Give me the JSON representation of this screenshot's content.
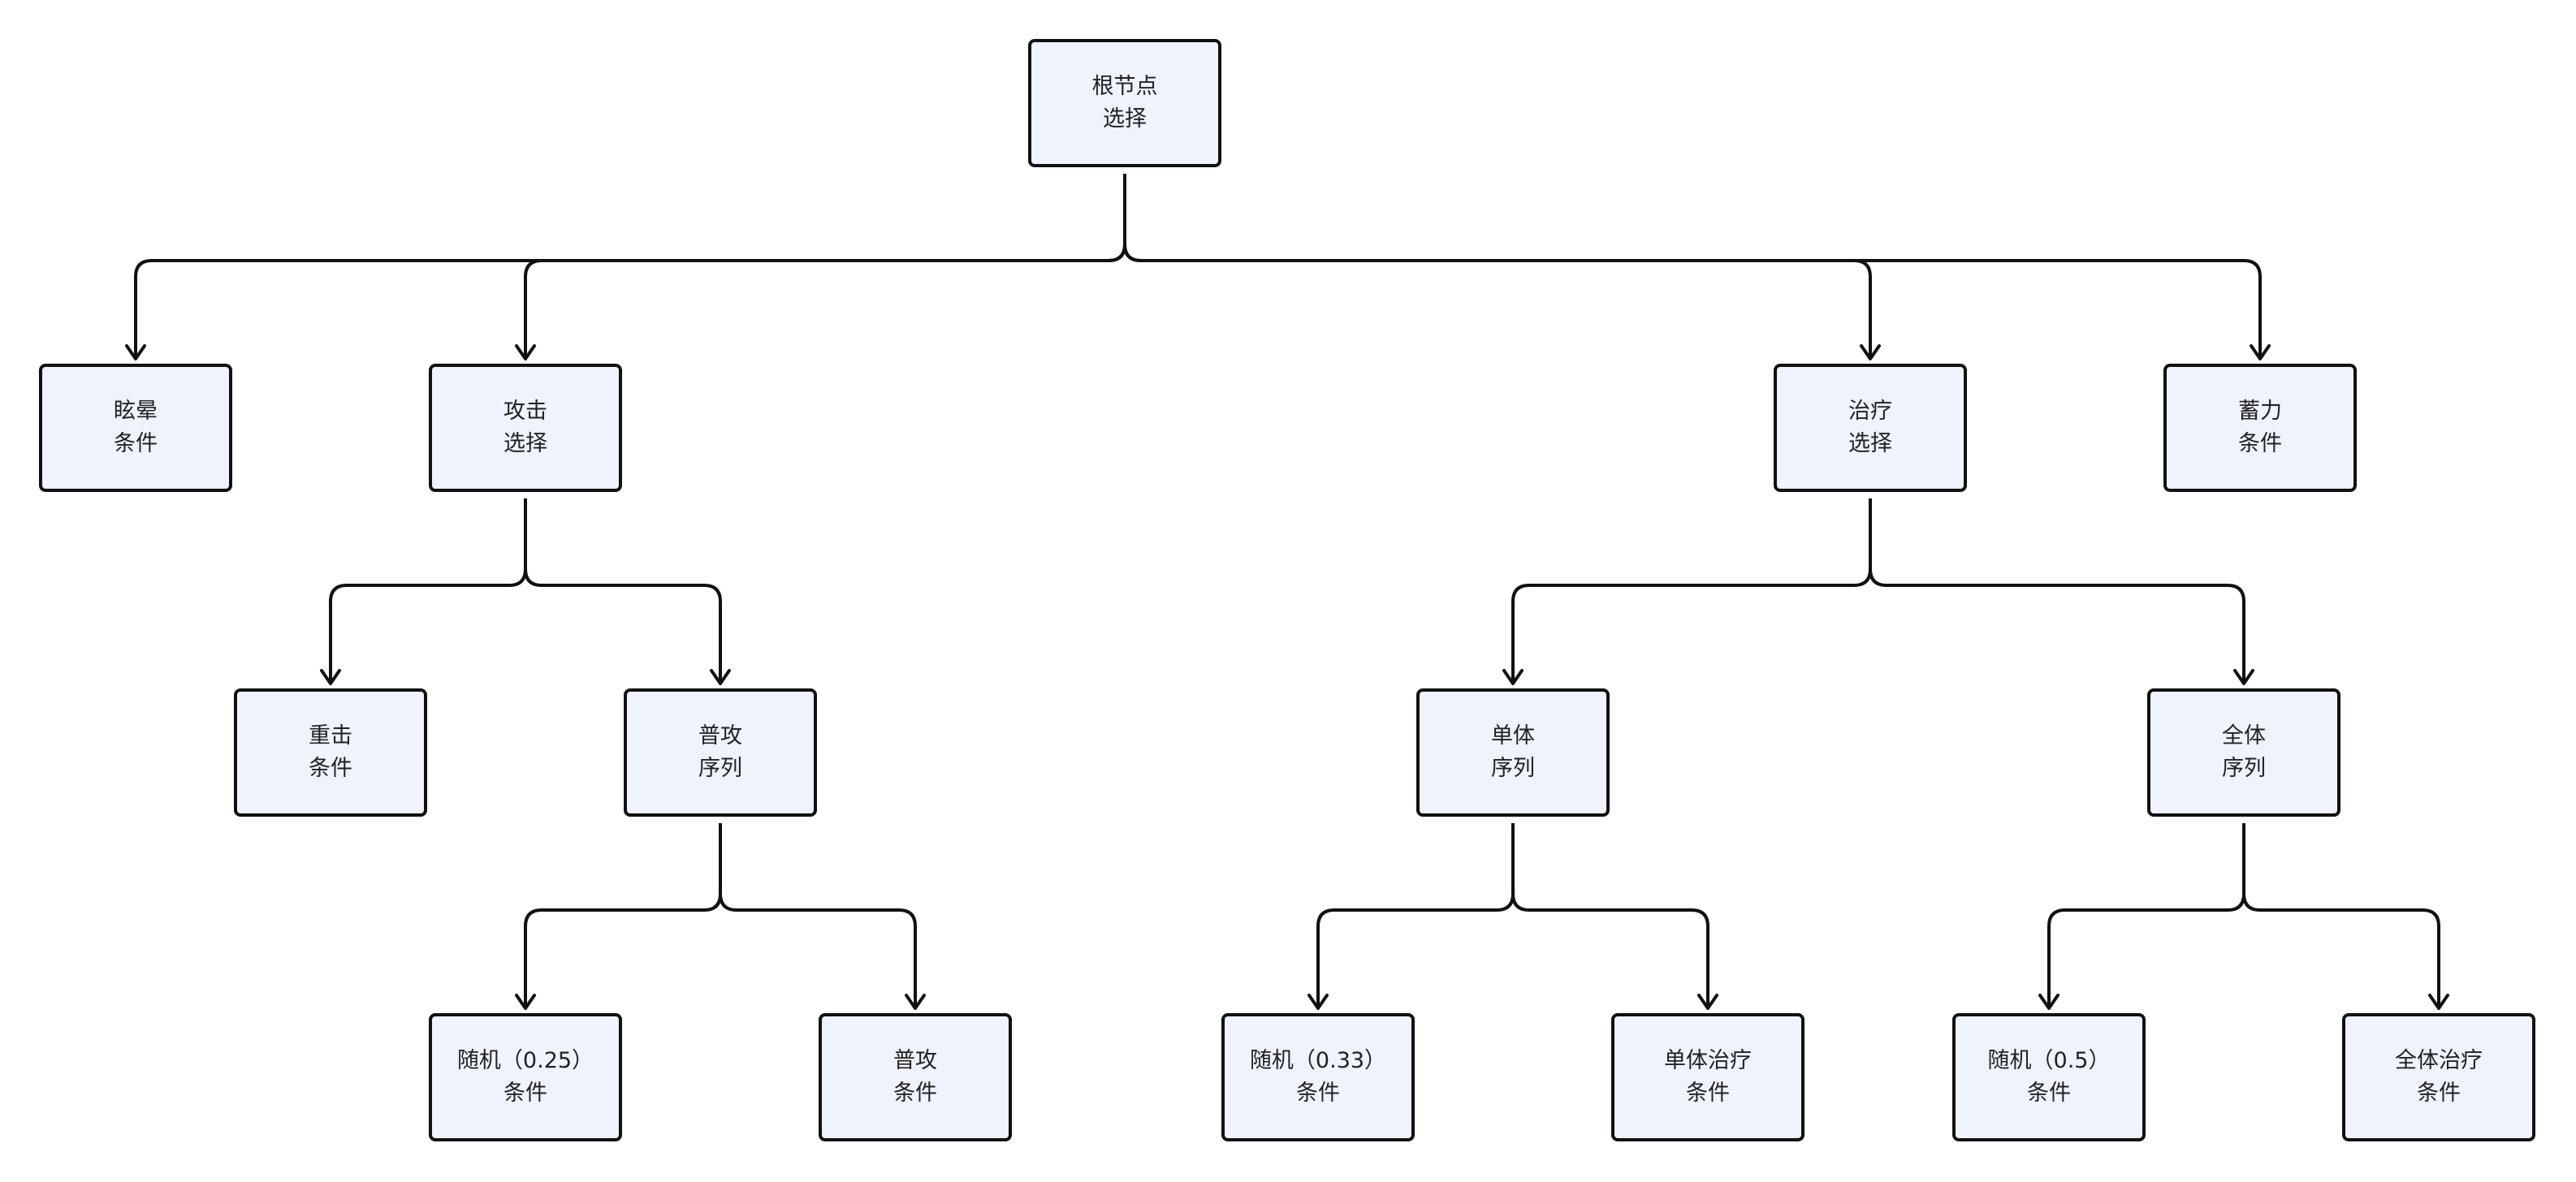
{
  "diagram": {
    "nodes": [
      {
        "id": "root",
        "line1": "根节点",
        "line2": "选择"
      },
      {
        "id": "stun",
        "line1": "眩晕",
        "line2": "条件"
      },
      {
        "id": "attack",
        "line1": "攻击",
        "line2": "选择"
      },
      {
        "id": "heal",
        "line1": "治疗",
        "line2": "选择"
      },
      {
        "id": "charge",
        "line1": "蓄力",
        "line2": "条件"
      },
      {
        "id": "heavy",
        "line1": "重击",
        "line2": "条件"
      },
      {
        "id": "normalseq",
        "line1": "普攻",
        "line2": "序列"
      },
      {
        "id": "singleseq",
        "line1": "单体",
        "line2": "序列"
      },
      {
        "id": "allseq",
        "line1": "全体",
        "line2": "序列"
      },
      {
        "id": "rand25",
        "line1": "随机（0.25）",
        "line2": "条件"
      },
      {
        "id": "normal",
        "line1": "普攻",
        "line2": "条件"
      },
      {
        "id": "rand33",
        "line1": "随机（0.33）",
        "line2": "条件"
      },
      {
        "id": "singleheal",
        "line1": "单体治疗",
        "line2": "条件"
      },
      {
        "id": "rand5",
        "line1": "随机（0.5）",
        "line2": "条件"
      },
      {
        "id": "allheal",
        "line1": "全体治疗",
        "line2": "条件"
      }
    ],
    "edges": [
      {
        "from": "root",
        "to": "stun"
      },
      {
        "from": "root",
        "to": "attack"
      },
      {
        "from": "root",
        "to": "heal"
      },
      {
        "from": "root",
        "to": "charge"
      },
      {
        "from": "attack",
        "to": "heavy"
      },
      {
        "from": "attack",
        "to": "normalseq"
      },
      {
        "from": "normalseq",
        "to": "rand25"
      },
      {
        "from": "normalseq",
        "to": "normal"
      },
      {
        "from": "heal",
        "to": "singleseq"
      },
      {
        "from": "heal",
        "to": "allseq"
      },
      {
        "from": "singleseq",
        "to": "rand33"
      },
      {
        "from": "singleseq",
        "to": "singleheal"
      },
      {
        "from": "allseq",
        "to": "rand5"
      },
      {
        "from": "allseq",
        "to": "allheal"
      }
    ],
    "colors": {
      "node_fill": "#eef3fc",
      "node_border": "#111111",
      "edge": "#111111",
      "text": "#222222"
    }
  }
}
